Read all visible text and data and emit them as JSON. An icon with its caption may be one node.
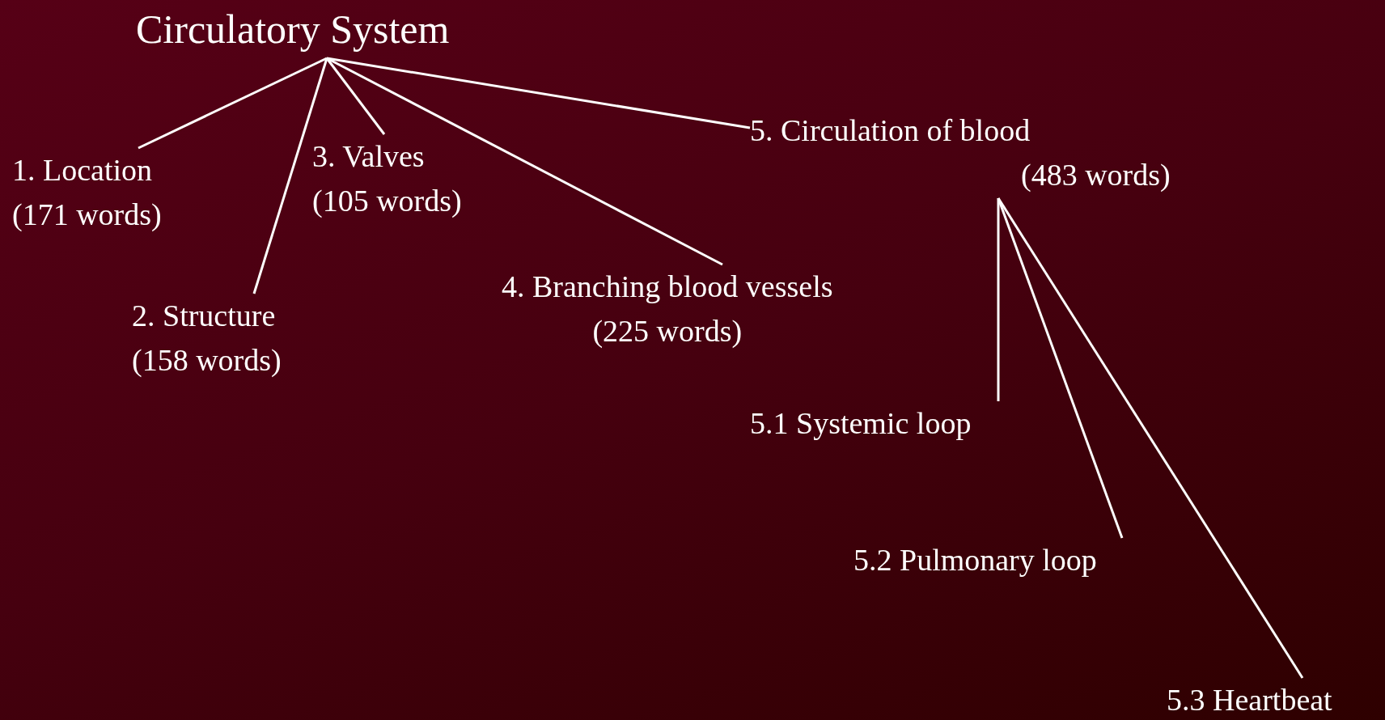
{
  "diagram": {
    "nodes": [
      {
        "text": [
          "Circulatory System"
        ]
      },
      {
        "text": [
          "1. Location",
          "(171 words)"
        ]
      },
      {
        "text": [
          "2. Structure",
          "(158 words)"
        ]
      },
      {
        "text": [
          "3. Valves",
          "(105 words)"
        ]
      },
      {
        "text": [
          "4. Branching blood vessels",
          "(225 words)"
        ]
      },
      {
        "text": [
          "5. Circulation of blood",
          "(483 words)"
        ]
      },
      {
        "text": [
          "5.1 Systemic loop"
        ]
      },
      {
        "text": [
          "5.2 Pulmonary loop"
        ]
      },
      {
        "text": [
          "5.3 Heartbeat"
        ]
      }
    ],
    "edges": [
      {
        "from": 0,
        "to": 1,
        "arrow": "none"
      },
      {
        "from": 0,
        "to": 2,
        "arrow": "none"
      },
      {
        "from": 0,
        "to": 3,
        "arrow": "none"
      },
      {
        "from": 0,
        "to": 4,
        "arrow": "none"
      },
      {
        "from": 0,
        "to": 5,
        "arrow": "none"
      },
      {
        "from": 5,
        "to": 6,
        "arrow": "none"
      },
      {
        "from": 5,
        "to": 7,
        "arrow": "none"
      },
      {
        "from": 5,
        "to": 8,
        "arrow": "none"
      }
    ]
  }
}
